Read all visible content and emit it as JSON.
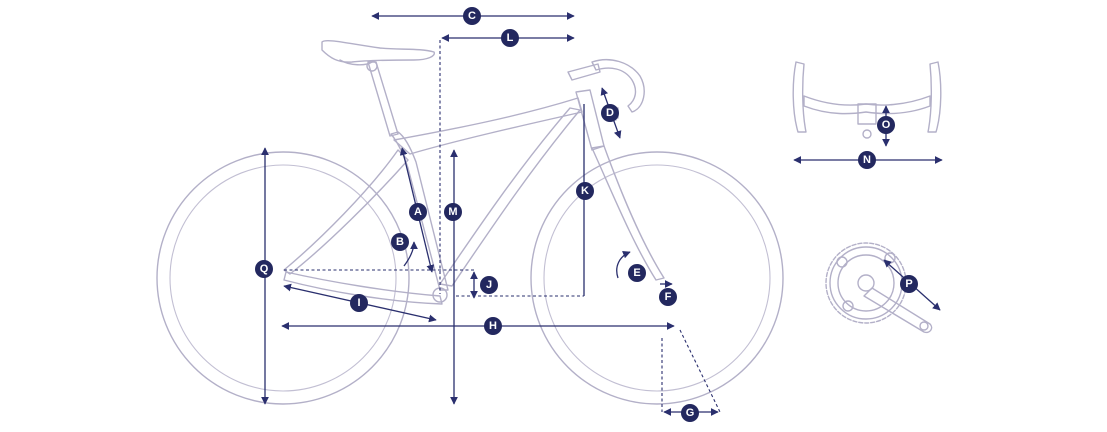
{
  "labels": {
    "A": "A",
    "B": "B",
    "C": "C",
    "D": "D",
    "E": "E",
    "F": "F",
    "G": "G",
    "H": "H",
    "I": "I",
    "J": "J",
    "K": "K",
    "L": "L",
    "M": "M",
    "N": "N",
    "O": "O",
    "P": "P",
    "Q": "Q"
  },
  "colors": {
    "measurement": "#2a2f6e",
    "badge": "#23285f",
    "frame_outline": "#b3b0c8"
  }
}
